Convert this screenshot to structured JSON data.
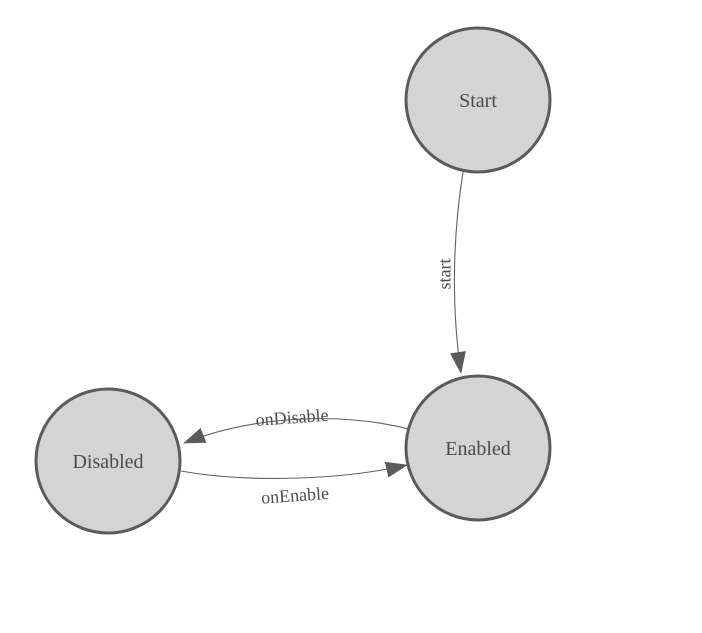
{
  "diagram": {
    "type": "state-machine",
    "background_color": "#ffffff",
    "colors": {
      "node_fill": "#d4d4d4",
      "node_stroke": "#5b5b5b",
      "edge_stroke": "#606060",
      "arrowhead_fill": "#5b5b5b",
      "text": "#4c4c4c"
    },
    "nodes": [
      {
        "id": "start",
        "label": "Start"
      },
      {
        "id": "enabled",
        "label": "Enabled"
      },
      {
        "id": "disabled",
        "label": "Disabled"
      }
    ],
    "edges": [
      {
        "from": "start",
        "to": "enabled",
        "label": "start"
      },
      {
        "from": "enabled",
        "to": "disabled",
        "label": "onDisable"
      },
      {
        "from": "disabled",
        "to": "enabled",
        "label": "onEnable"
      }
    ]
  }
}
